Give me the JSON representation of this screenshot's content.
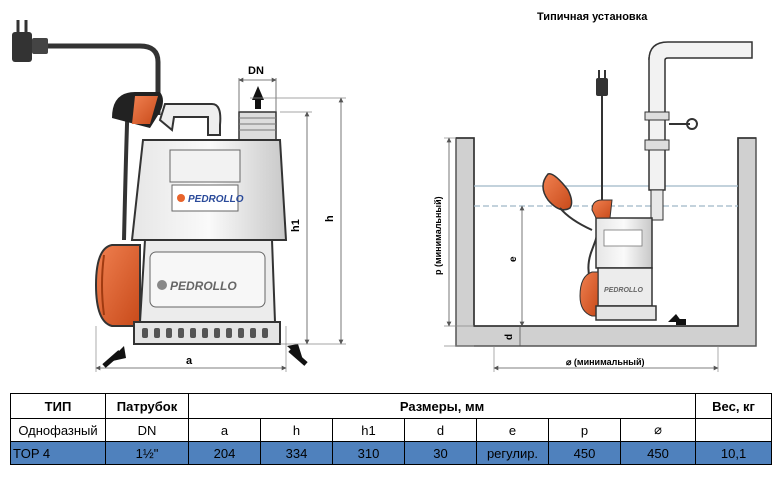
{
  "figure": {
    "title": "Типичная установка",
    "brand": "PEDROLLO",
    "dim_labels": {
      "dn": "DN",
      "a": "a",
      "h": "h",
      "h1": "h1",
      "e": "e",
      "d": "d",
      "p_min": "p (минимальный)",
      "diam_min": "⌀ (минимальный)"
    }
  },
  "table": {
    "header1": {
      "type": "ТИП",
      "outlet": "Патрубок",
      "dims": "Размеры, мм",
      "weight": "Вес, кг"
    },
    "header2": {
      "type": "Однофазный",
      "outlet": "DN",
      "cols": [
        "a",
        "h",
        "h1",
        "d",
        "e",
        "p",
        "⌀"
      ]
    },
    "row": {
      "type": "TOP 4",
      "outlet": "1½\"",
      "values": [
        "204",
        "334",
        "310",
        "30",
        "регулир.",
        "450",
        "450"
      ],
      "weight": "10,1"
    }
  },
  "colors": {
    "accent_orange": "#e8642c",
    "row_highlight": "#4f81bd",
    "water_line": "#9fb8c8"
  }
}
